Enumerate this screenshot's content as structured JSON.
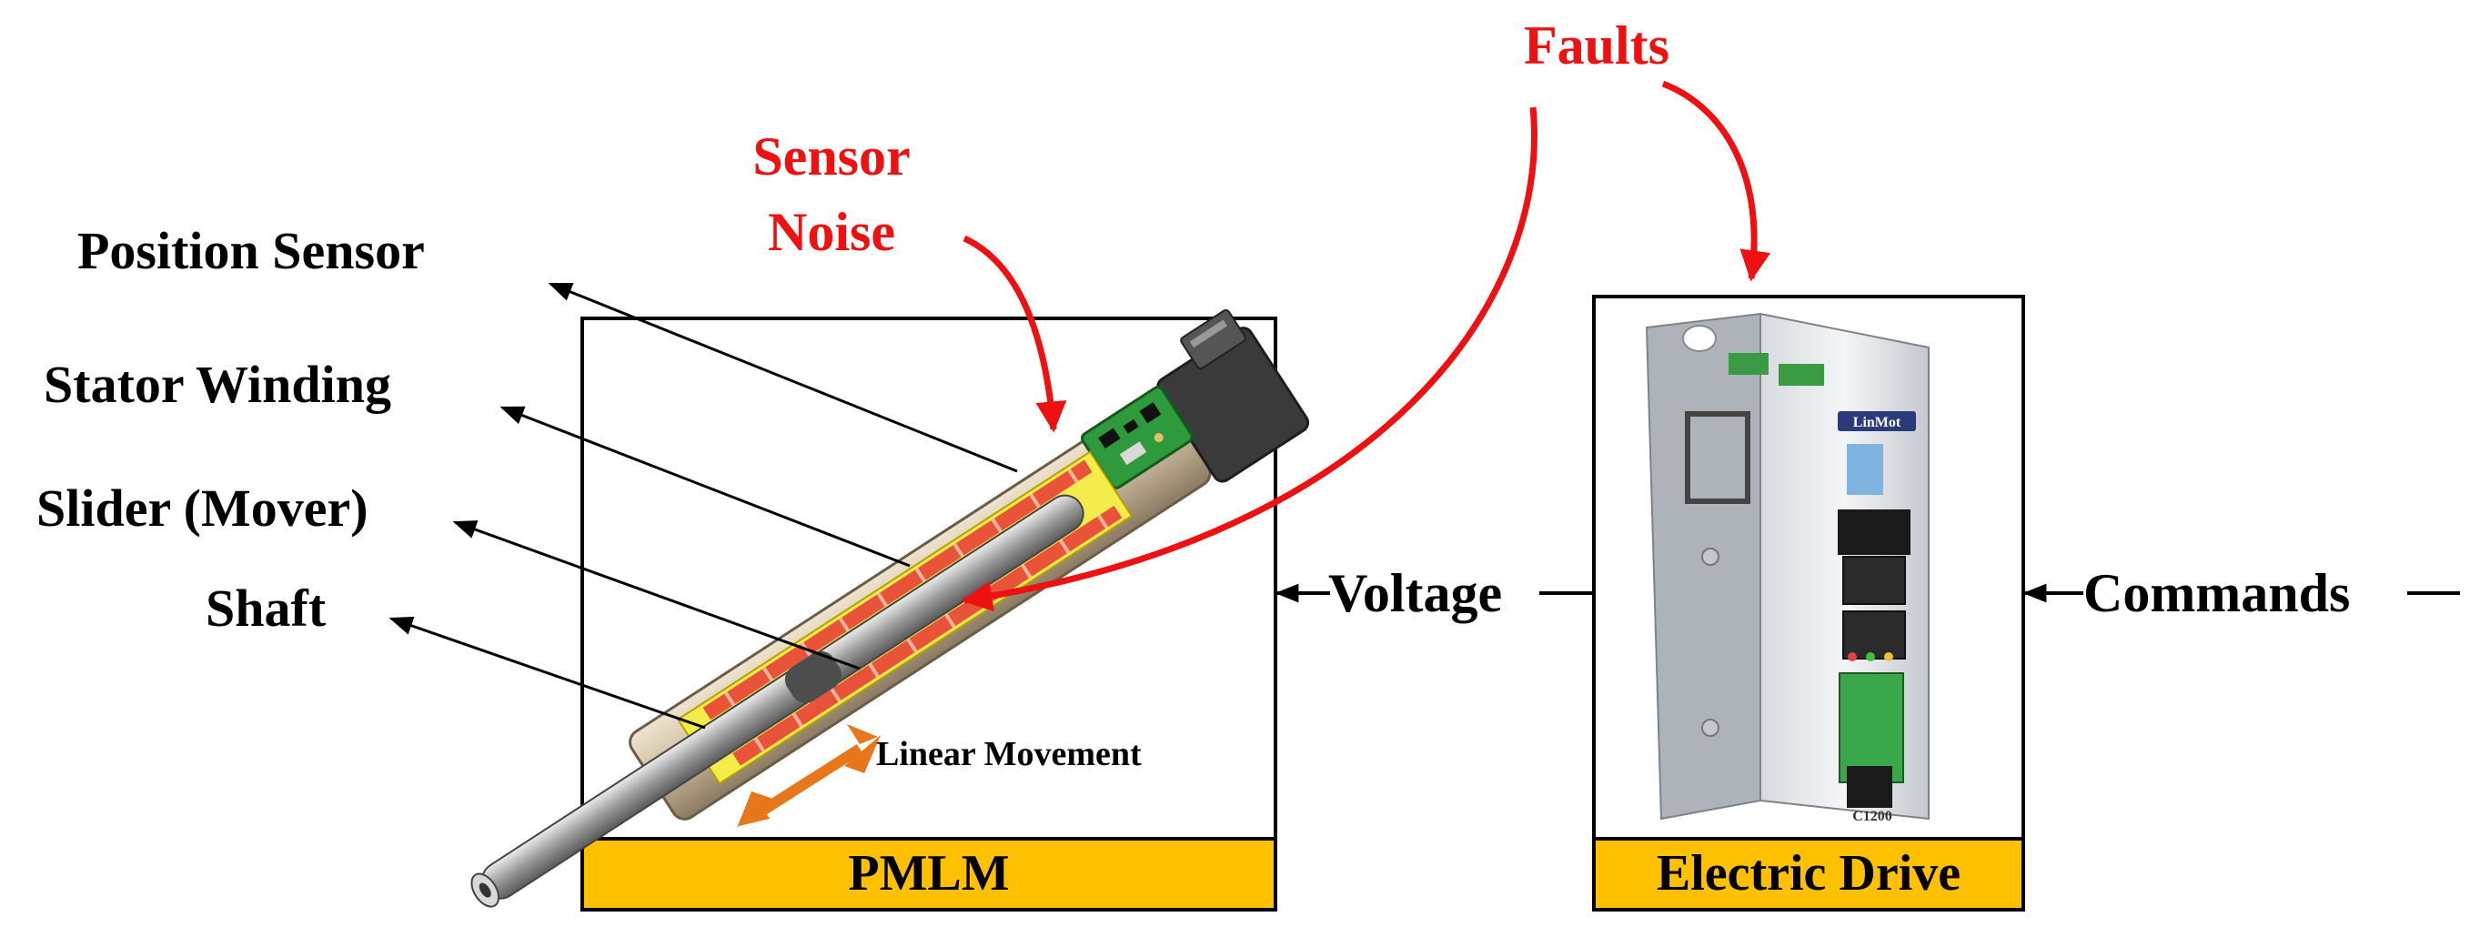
{
  "labels": {
    "faults": "Faults",
    "sensor_noise_line1": "Sensor",
    "sensor_noise_line2": "Noise",
    "position_sensor": "Position Sensor",
    "stator_winding": "Stator Winding",
    "slider": "Slider (Mover)",
    "shaft": "Shaft",
    "linear_movement": "Linear Movement",
    "voltage": "Voltage",
    "commands": "Commands"
  },
  "blocks": {
    "pmlm": "PMLM",
    "electric_drive": "Electric Drive"
  },
  "device": {
    "brand": "LinMot",
    "model": "C1200"
  },
  "colors": {
    "fault_red": "#ee1111",
    "block_label_fill": "#ffc000",
    "movement_orange": "#e8761c",
    "winding_red": "#e8533a",
    "sensor_green": "#2e9a3c"
  }
}
